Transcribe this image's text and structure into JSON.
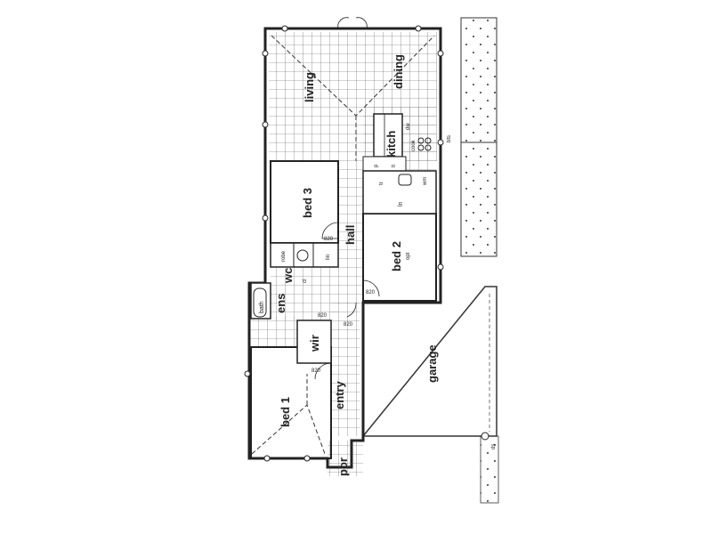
{
  "rooms": {
    "living": "living",
    "dining": "dining",
    "kitch": "kitch",
    "bed3": "bed 3",
    "bed2": "bed 2",
    "bed1": "bed 1",
    "hall": "hall",
    "garage": "garage",
    "entry": "entry",
    "wir": "wir",
    "wc": "wc",
    "bath": "bath",
    "ens": "ens",
    "por": "por"
  },
  "fixtures": {
    "robe": "robe",
    "lin": "lin",
    "dw": "dw",
    "cook": "cook",
    "tr": "tr",
    "wm": "wm",
    "ln": "ln",
    "p": "p",
    "lt": "lt",
    "cl": "cl",
    "bts": "bts",
    "opt": "opt",
    "ds": "ds"
  },
  "doors": {
    "d1": "820",
    "d2": "820",
    "d3": "820",
    "d4": "820",
    "d5": "820"
  }
}
